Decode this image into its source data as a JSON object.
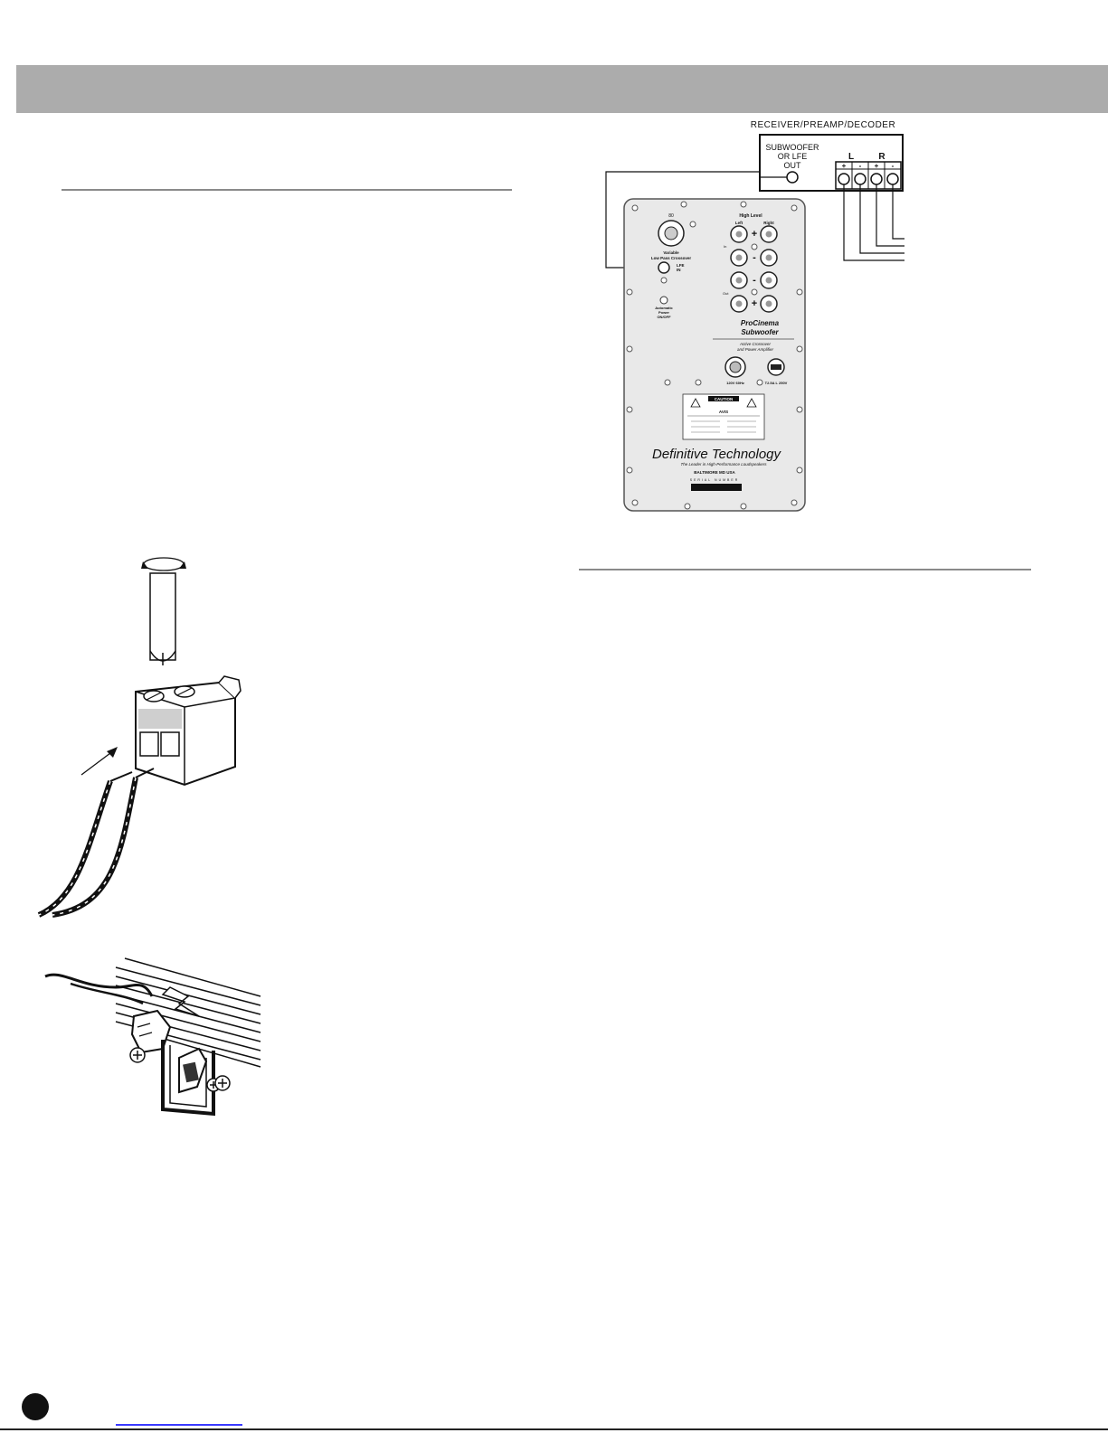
{
  "diagram": {
    "receiver_title": "RECEIVER/PREAMP/DECODER",
    "sub_out_label_1": "SUBWOOFER",
    "sub_out_label_2": "OR LFE",
    "sub_out_label_3": "OUT",
    "left_channel": "L",
    "right_channel": "R",
    "plus": "+",
    "minus": "-",
    "panel": {
      "crossover_max": "80",
      "crossover_title_1": "Variable",
      "crossover_title_2": "Low Pass Crossover",
      "lfe_label_1": "LFE",
      "lfe_label_2": "IN",
      "auto_label_1": "Automatic",
      "auto_label_2": "Power",
      "auto_label_3": "ON/OFF",
      "high_level": "High Level",
      "left": "Left",
      "right": "Right",
      "in_label": "In",
      "out_label": "Out",
      "model_1": "ProCinema",
      "model_2": "Subwoofer",
      "amp_1": "Active Crossover",
      "amp_2": "and Power Amplifier",
      "power_label": "120V 60Hz",
      "fuse_label": "T2.5A L 250V",
      "caution": "CAUTION",
      "avis": "AVIS",
      "brand": "Definitive Technology",
      "tagline": "The Leader in High-Performance Loudspeakers",
      "location": "BALTIMORE  MD USA",
      "serial": "SERIAL NUMBER"
    }
  },
  "colors": {
    "header_band": "#acacac",
    "rule": "#8a8a8a",
    "line_art": "#111111",
    "footer_link": "#3a3aff"
  }
}
